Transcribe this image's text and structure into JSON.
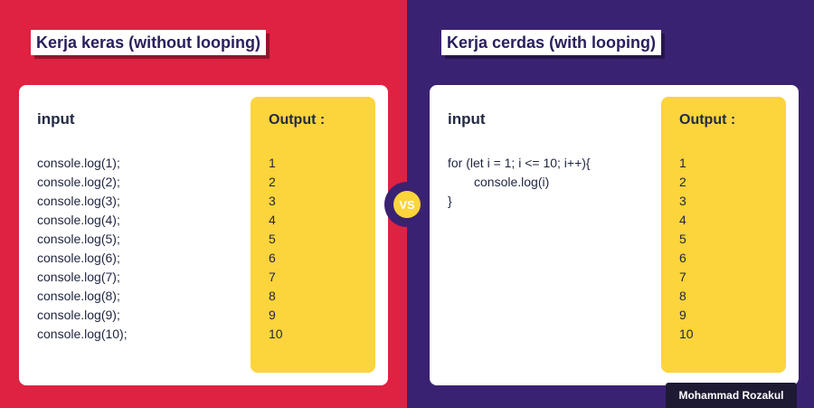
{
  "left_panel": {
    "tag": "Kerja keras (without looping)",
    "input_title": "input",
    "code_lines": [
      "console.log(1);",
      "console.log(2);",
      "console.log(3);",
      "console.log(4);",
      "console.log(5);",
      "console.log(6);",
      "console.log(7);",
      "console.log(8);",
      "console.log(9);",
      "console.log(10);"
    ],
    "output_title": "Output :",
    "output_values": [
      "1",
      "2",
      "3",
      "4",
      "5",
      "6",
      "7",
      "8",
      "9",
      "10"
    ]
  },
  "right_panel": {
    "tag": "Kerja cerdas (with looping)",
    "input_title": "input",
    "code_lines": [
      "for (let i = 1; i <= 10; i++){",
      "console.log(i)",
      "}"
    ],
    "output_title": "Output :",
    "output_values": [
      "1",
      "2",
      "3",
      "4",
      "5",
      "6",
      "7",
      "8",
      "9",
      "10"
    ]
  },
  "vs_label": "VS",
  "author": "Mohammad Rozakul",
  "colors": {
    "left_bg": "#DF2142",
    "right_bg": "#3A2272",
    "output_bg": "#FCD43C",
    "card_bg": "#FFFFFF"
  }
}
